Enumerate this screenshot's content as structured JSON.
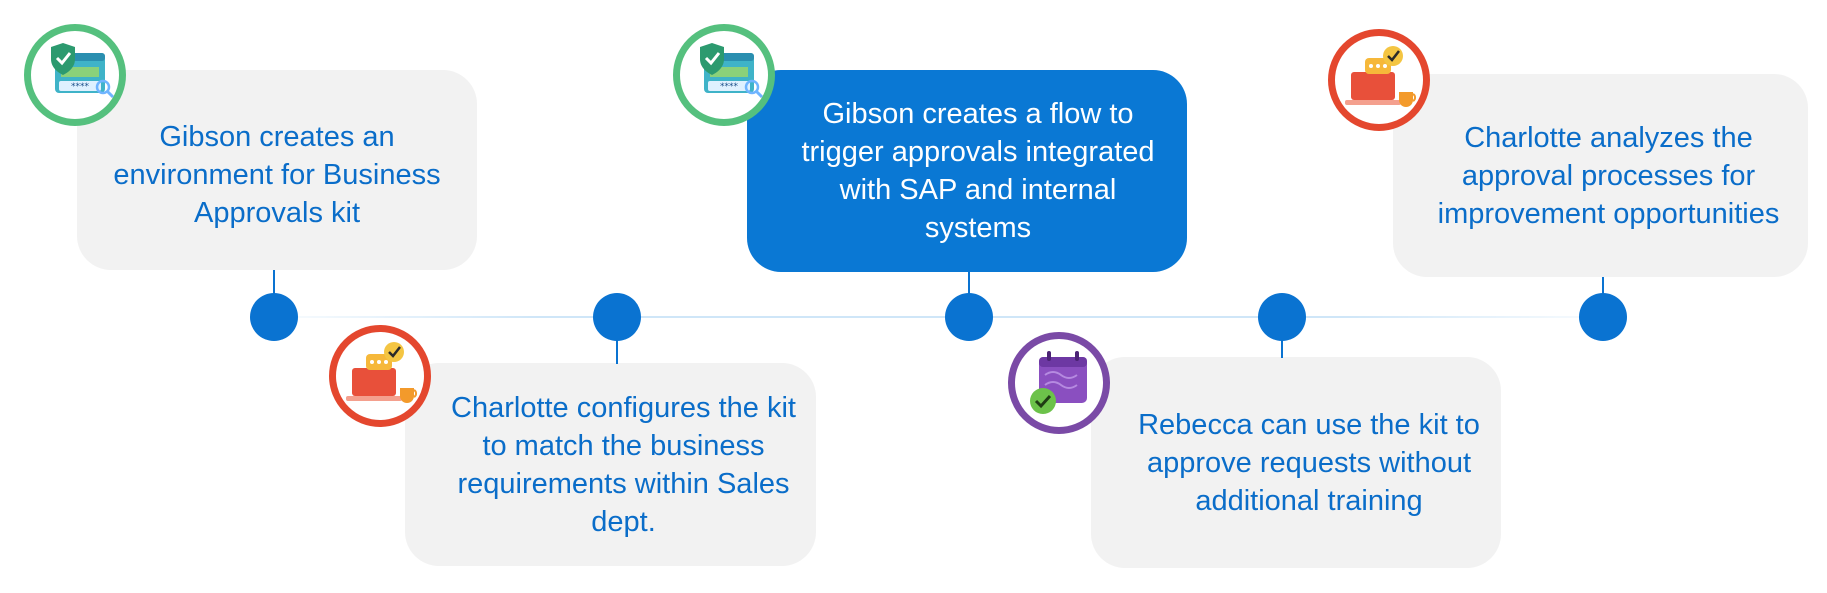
{
  "steps": [
    {
      "text": "Gibson creates an environment for Business Approvals kit",
      "icon": "secure-environment-icon"
    },
    {
      "text": "Charlotte configures the kit to match the business requirements within Sales dept.",
      "icon": "laptop-chat-icon"
    },
    {
      "text": "Gibson creates a flow to trigger approvals integrated with SAP and internal systems",
      "icon": "secure-environment-icon"
    },
    {
      "text": "Rebecca can use the kit to approve requests without additional training",
      "icon": "calendar-check-icon"
    },
    {
      "text": "Charlotte analyzes the approval processes for improvement opportunities",
      "icon": "laptop-chat-icon"
    }
  ],
  "colors": {
    "accent": "#0a78d4",
    "card": "#f2f2f2",
    "text": "#0a6dc9",
    "green_ring": "#55c07e",
    "orange_ring": "#e4472e",
    "purple_ring": "#7a4aa6"
  }
}
